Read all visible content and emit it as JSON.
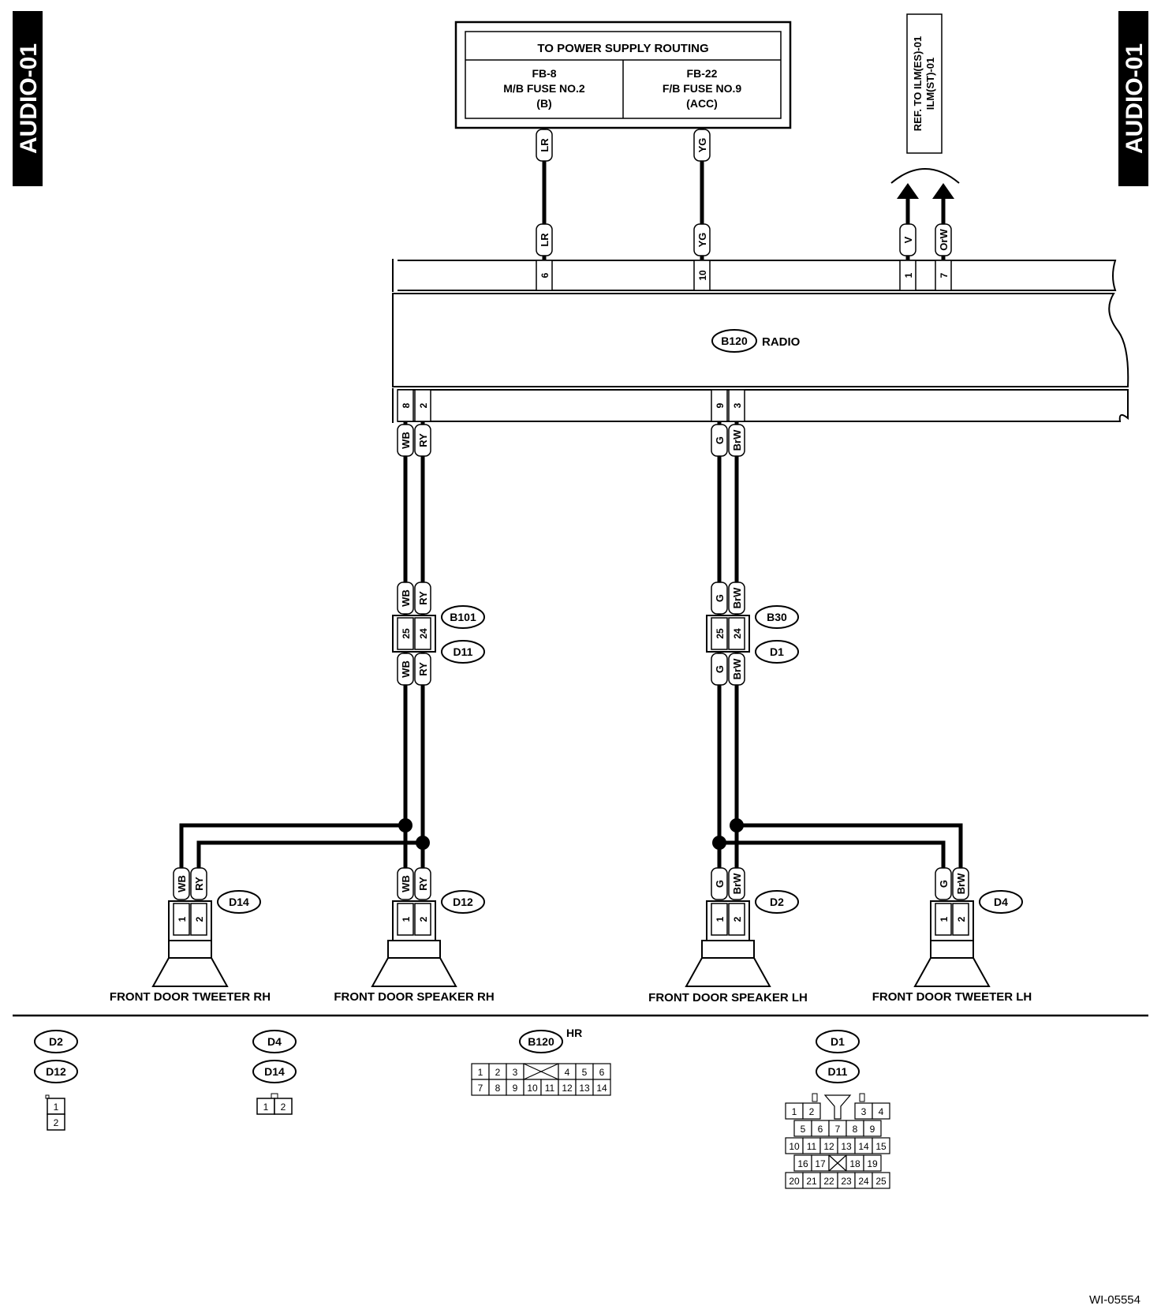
{
  "side_tab_left": "AUDIO-01",
  "side_tab_right": "AUDIO-01",
  "power_box": {
    "title": "TO POWER SUPPLY ROUTING",
    "left": {
      "line1": "FB-8",
      "line2": "M/B FUSE NO.2",
      "line3": "(B)"
    },
    "right": {
      "line1": "FB-22",
      "line2": "F/B FUSE NO.9",
      "line3": "(ACC)"
    }
  },
  "ref_box": {
    "line1": "REF. TO ILM(ES)-01",
    "line2": "ILM(ST)-01"
  },
  "radio": {
    "connector": "B120",
    "label": "RADIO"
  },
  "top_wires": [
    {
      "color": "LR",
      "pin": "6"
    },
    {
      "color": "YG",
      "pin": "10"
    },
    {
      "color": "V",
      "pin": "1"
    },
    {
      "color": "OrW",
      "pin": "7"
    }
  ],
  "bottom_pins": {
    "rh_a": "8",
    "rh_b": "2",
    "lh_a": "9",
    "lh_b": "3"
  },
  "wire_colors": {
    "rh_a": "WB",
    "rh_b": "RY",
    "lh_a": "G",
    "lh_b": "BrW"
  },
  "junction_rh": {
    "upper": "B101",
    "lower": "D11",
    "pin_a": "25",
    "pin_b": "24"
  },
  "junction_lh": {
    "upper": "B30",
    "lower": "D1",
    "pin_a": "25",
    "pin_b": "24"
  },
  "speakers": [
    {
      "name": "FRONT DOOR TWEETER RH",
      "connector": "D14",
      "pin1": "1",
      "pin2": "2"
    },
    {
      "name": "FRONT DOOR SPEAKER RH",
      "connector": "D12",
      "pin1": "1",
      "pin2": "2"
    },
    {
      "name": "FRONT DOOR SPEAKER LH",
      "connector": "D2",
      "pin1": "1",
      "pin2": "2"
    },
    {
      "name": "FRONT DOOR TWEETER LH",
      "connector": "D4",
      "pin1": "1",
      "pin2": "2"
    }
  ],
  "legend": {
    "group1": {
      "conn_a": "D2",
      "conn_b": "D12",
      "pins": [
        "1",
        "2"
      ]
    },
    "group2": {
      "conn_a": "D4",
      "conn_b": "D14",
      "pins": [
        "1",
        "2"
      ]
    },
    "group3": {
      "conn": "B120",
      "suffix": "HR",
      "row1": [
        "1",
        "2",
        "3",
        "4",
        "5",
        "6"
      ],
      "row2": [
        "7",
        "8",
        "9",
        "10",
        "11",
        "12",
        "13",
        "14"
      ]
    },
    "group4": {
      "conn_a": "D1",
      "conn_b": "D11",
      "row1": [
        "1",
        "2",
        "3",
        "4"
      ],
      "row2": [
        "5",
        "6",
        "7",
        "8",
        "9"
      ],
      "row3": [
        "10",
        "11",
        "12",
        "13",
        "14",
        "15"
      ],
      "row4": [
        "16",
        "17",
        "18",
        "19"
      ],
      "row5": [
        "20",
        "21",
        "22",
        "23",
        "24",
        "25"
      ]
    }
  },
  "figure_id": "WI-05554"
}
